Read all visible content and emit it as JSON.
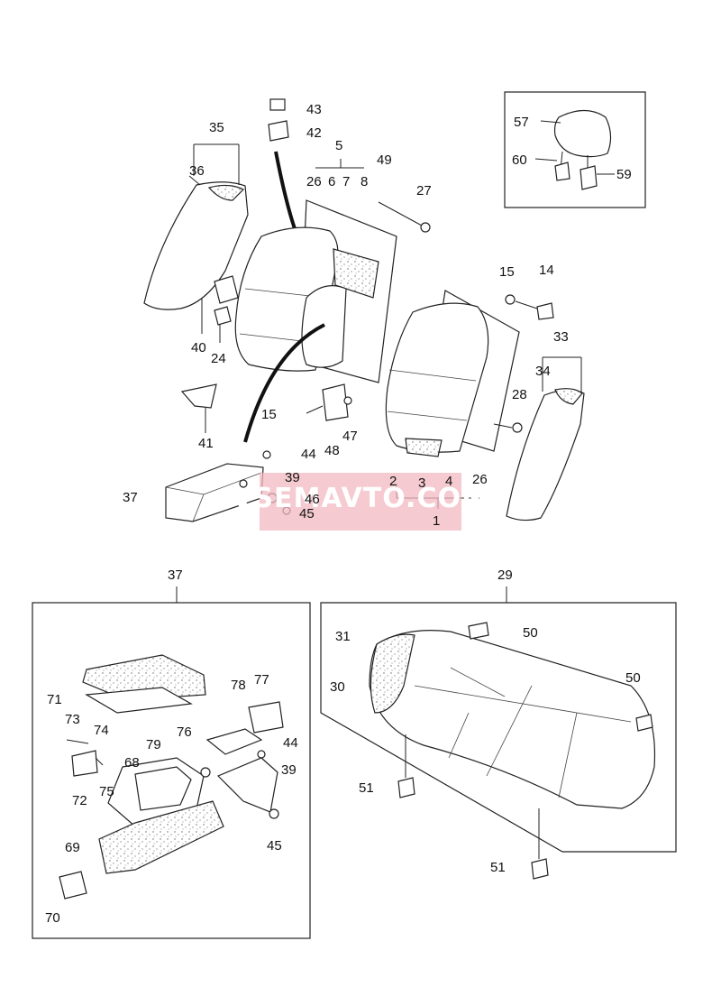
{
  "watermark": {
    "text": "VSEMAVTO.COM",
    "color": "#f2b8c0"
  },
  "callouts": {
    "c1": "1",
    "c2": "2",
    "c3": "3",
    "c4": "4",
    "c5": "5",
    "c6": "6",
    "c7": "7",
    "c8": "8",
    "c14": "14",
    "c15a": "15",
    "c15b": "15",
    "c24": "24",
    "c26a": "26",
    "c26b": "26",
    "c27": "27",
    "c28": "28",
    "c29": "29",
    "c30": "30",
    "c31": "31",
    "c33": "33",
    "c34": "34",
    "c35": "35",
    "c36": "36",
    "c37a": "37",
    "c37b": "37",
    "c39a": "39",
    "c39b": "39",
    "c40": "40",
    "c41": "41",
    "c42": "42",
    "c43": "43",
    "c44a": "44",
    "c44b": "44",
    "c45a": "45",
    "c45b": "45",
    "c46": "46",
    "c47": "47",
    "c48": "48",
    "c49": "49",
    "c50a": "50",
    "c50b": "50",
    "c51a": "51",
    "c51b": "51",
    "c57": "57",
    "c59": "59",
    "c60": "60",
    "c68": "68",
    "c69": "69",
    "c70": "70",
    "c71": "71",
    "c72": "72",
    "c73": "73",
    "c74": "74",
    "c75": "75",
    "c76": "76",
    "c77": "77",
    "c78": "78",
    "c79": "79"
  }
}
